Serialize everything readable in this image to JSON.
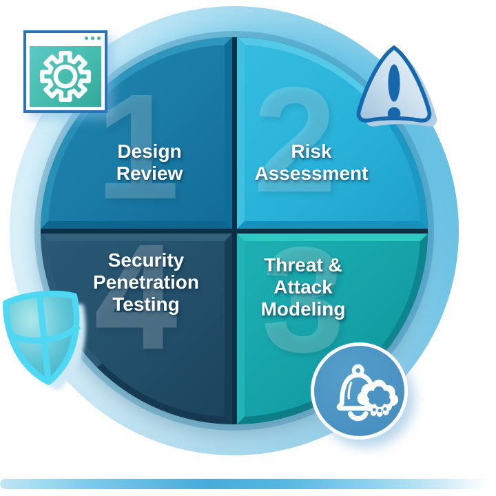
{
  "diagram": {
    "type": "quadrant-process-cycle",
    "subject": "security testing lifecycle",
    "steps": [
      {
        "number": "1",
        "title_lines": [
          "Design",
          "Review"
        ],
        "color": "#1d82ab",
        "icon": "browser-gear-icon"
      },
      {
        "number": "2",
        "title_lines": [
          "Risk",
          "Assessment"
        ],
        "color": "#2ab4da",
        "icon": "warning-triangle-icon"
      },
      {
        "number": "3",
        "title_lines": [
          "Threat &",
          "Attack",
          "Modeling"
        ],
        "color": "#16a3a8",
        "icon": "alert-bell-icon"
      },
      {
        "number": "4",
        "title_lines": [
          "Security",
          "Penetration",
          "Testing"
        ],
        "color": "#24506b",
        "icon": "shield-icon"
      }
    ],
    "colors": {
      "outer_ring_light": "#c9eaf7",
      "outer_ring_dark": "#45b6e1",
      "divider": "#0a3045",
      "label_text": "#ffffff",
      "ghost_number": "rgba(255,255,255,0.20)",
      "icon_stroke_blue": "#1468ab",
      "icon_teal_fill": "#45bcae",
      "shield_cyan": "#4ed8f4",
      "badge_blue": "#4b93c3",
      "bottom_bar_blue": "#47abdb"
    }
  }
}
